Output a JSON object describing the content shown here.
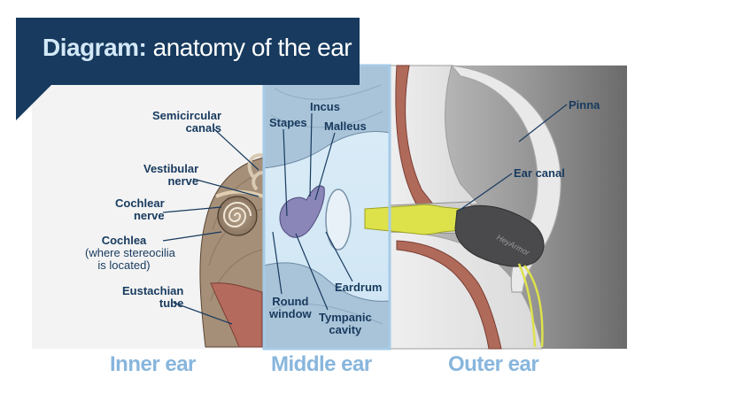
{
  "title": {
    "bold": "Diagram:",
    "rest": " anatomy of the ear"
  },
  "labels": {
    "semicircular_canals": [
      "Semicircular",
      "canals"
    ],
    "vestibular_nerve": [
      "Vestibular",
      "nerve"
    ],
    "cochlear_nerve": [
      "Cochlear",
      "nerve"
    ],
    "cochlea": "Cochlea",
    "cochlea_note": [
      "(where stereocilia",
      "is located)"
    ],
    "eustachian_tube": [
      "Eustachian",
      "tube"
    ],
    "stapes": "Stapes",
    "incus": "Incus",
    "malleus": "Malleus",
    "round_window": [
      "Round",
      "window"
    ],
    "eardrum": "Eardrum",
    "tympanic_cavity": [
      "Tympanic",
      "cavity"
    ],
    "pinna": "Pinna",
    "ear_canal": "Ear canal",
    "device_brand": "HeyArmor"
  },
  "sections": {
    "inner": "Inner ear",
    "middle": "Middle ear",
    "outer": "Outer ear"
  },
  "colors": {
    "navy": "#173a5e",
    "section_label": "#88b6dd",
    "middle_panel": "#d7ecf8",
    "outer_panel": "#8a8a8a",
    "bone": "#a58f78",
    "earplug": "#dde24a",
    "device": "#4a4a4c"
  }
}
